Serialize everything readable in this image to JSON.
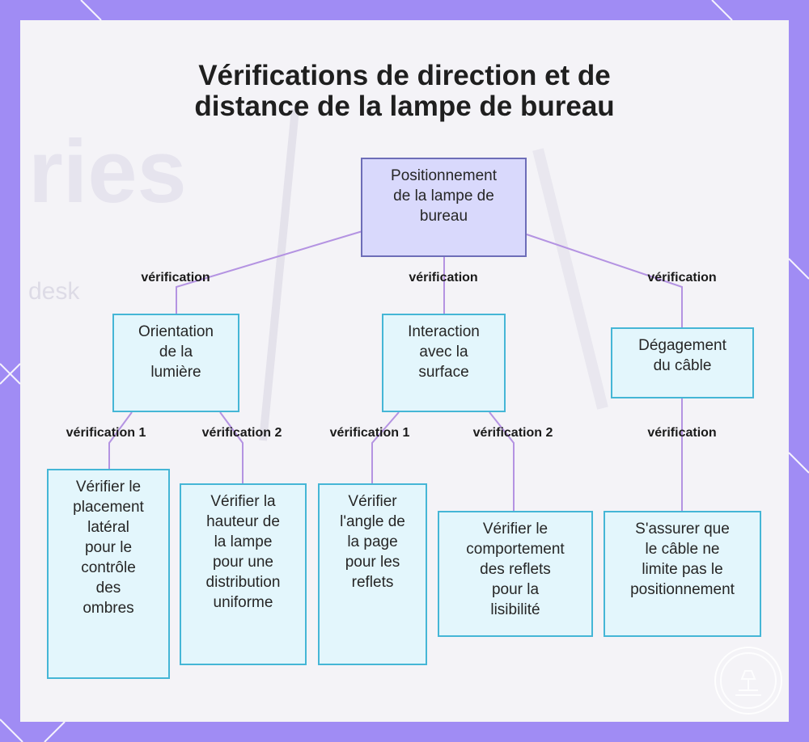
{
  "title": "Vérifications de direction et de\ndistance de la lampe de bureau",
  "colors": {
    "frame": "#a08cf4",
    "root_fill": "#d9d9fc",
    "root_border": "#6d6db8",
    "node_fill": "#e3f6fc",
    "node_border": "#45b6d6",
    "connector": "#b493e2"
  },
  "nodes": {
    "root": "Positionnement\nde la lampe de\nbureau",
    "orientation": "Orientation\nde la\nlumière",
    "interaction": "Interaction\navec la\nsurface",
    "degagement": "Dégagement\ndu câble",
    "leaf_placement": "Vérifier le\nplacement\nlatéral\npour le\ncontrôle\ndes\nombres",
    "leaf_hauteur": "Vérifier la\nhauteur de\nla lampe\npour une\ndistribution\nuniforme",
    "leaf_angle": "Vérifier\nl'angle de\nla page\npour les\nreflets",
    "leaf_reflets": "Vérifier le\ncomportement\ndes reflets\npour la\nlisibilité",
    "leaf_cable": "S'assurer que\nle câble ne\nlimite pas le\npositionnement"
  },
  "edges": {
    "root_orientation": "vérification",
    "root_interaction": "vérification",
    "root_degagement": "vérification",
    "orientation_placement": "vérification 1",
    "orientation_hauteur": "vérification 2",
    "interaction_angle": "vérification 1",
    "interaction_reflets": "vérification 2",
    "degagement_cable": "vérification"
  },
  "background_text": [
    "ries",
    "desk"
  ],
  "icons": {
    "logo": "lamp-logo-icon"
  }
}
